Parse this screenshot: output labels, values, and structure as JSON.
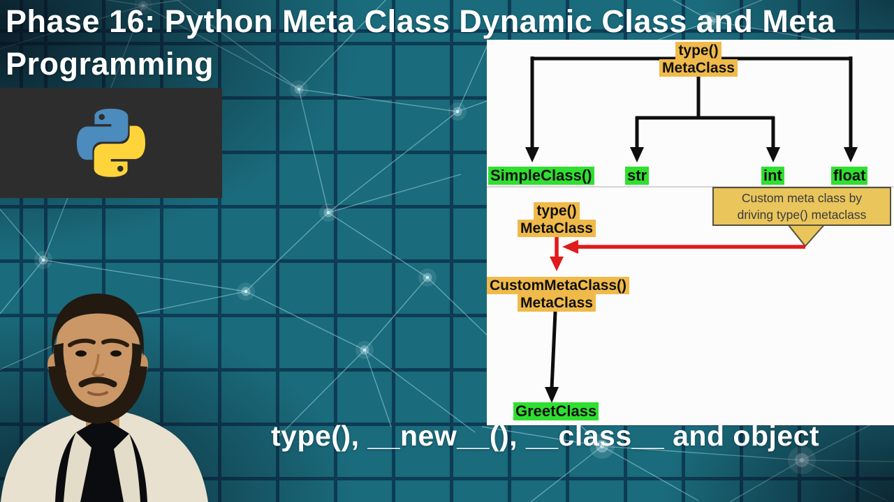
{
  "header": {
    "title_line1": "Phase 16: Python Meta Class Dynamic Class and Meta",
    "title_line2": "Programming"
  },
  "footer": {
    "subtitle": "type(), __new__(), __class__ and object"
  },
  "icons": {
    "python_logo": "python-logo",
    "presenter": "presenter-photo",
    "network_mesh": "network-mesh-graphic"
  },
  "diagram": {
    "builtin_hierarchy": {
      "root_line1": "type()",
      "root_line2": "MetaClass",
      "children": [
        "SimpleClass()",
        "str",
        "int",
        "float"
      ]
    },
    "custom_hierarchy": {
      "root_line1": "type()",
      "root_line2": "MetaClass",
      "derived_line1": "CustomMetaClass()",
      "derived_line2": "MetaClass",
      "leaf": "GreetClass",
      "callout_line1": "Custom meta class by",
      "callout_line2": "driving type() metaclass"
    }
  },
  "colors": {
    "background_teal": "#1a6b7c",
    "grid_line": "#0e3c55",
    "panel_white": "#fcfcfc",
    "highlight_orange": "#f0ba4a",
    "highlight_green": "#30df30",
    "callout_tan": "#e9c55c",
    "arrow_black": "#0e0e0e",
    "arrow_red": "#e01b1b",
    "python_blue": "#4b8bbe",
    "python_yellow": "#ffd43b",
    "logo_panel_dark": "#2e2d2d"
  }
}
